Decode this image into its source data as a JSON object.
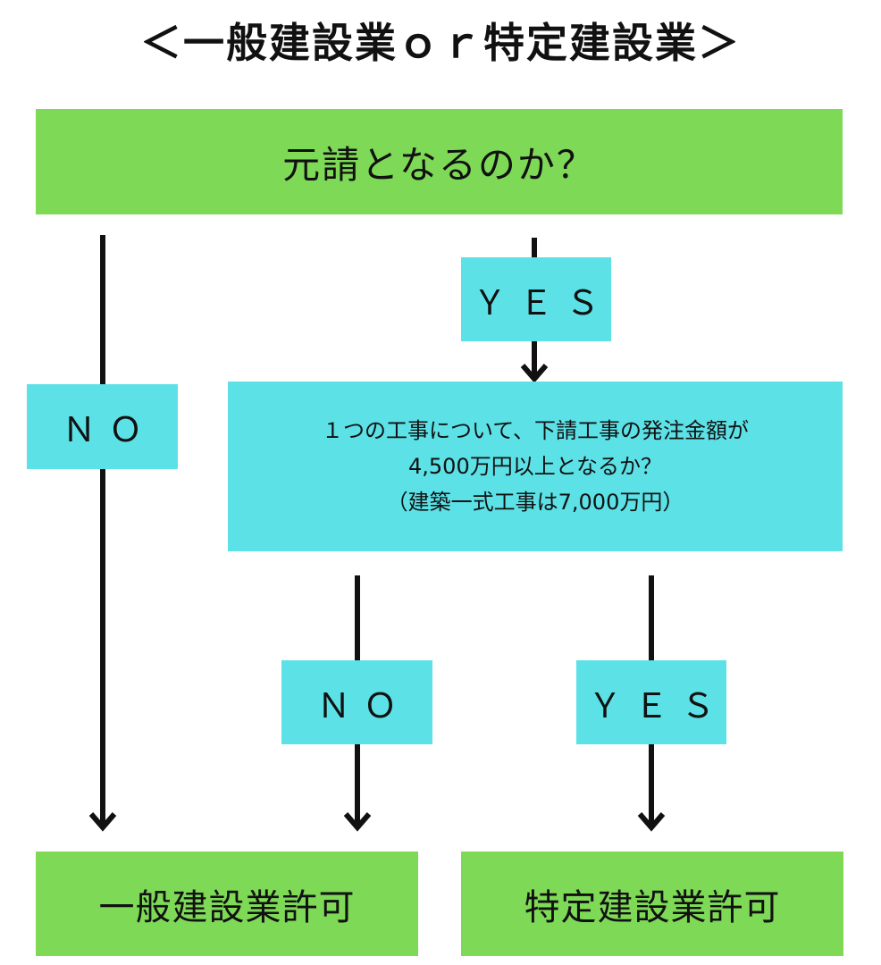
{
  "title": "＜一般建設業ｏｒ特定建設業＞",
  "start": {
    "question": "元請となるのか？"
  },
  "branch_yes_top": "ＹＥＳ",
  "branch_no_left": "ＮＯ",
  "sub_question": {
    "line1": "１つの工事について、下請工事の発注金額が",
    "line2": "4,500万円以上となるか？",
    "line3": "（建築一式工事は7,000万円）"
  },
  "branch_no_mid": "ＮＯ",
  "branch_yes_right": "ＹＥＳ",
  "results": {
    "general": "一般建設業許可",
    "specific": "特定建設業許可"
  },
  "colors": {
    "green": "#7ed957",
    "cyan": "#5ce1e6",
    "arrow": "#111111"
  }
}
